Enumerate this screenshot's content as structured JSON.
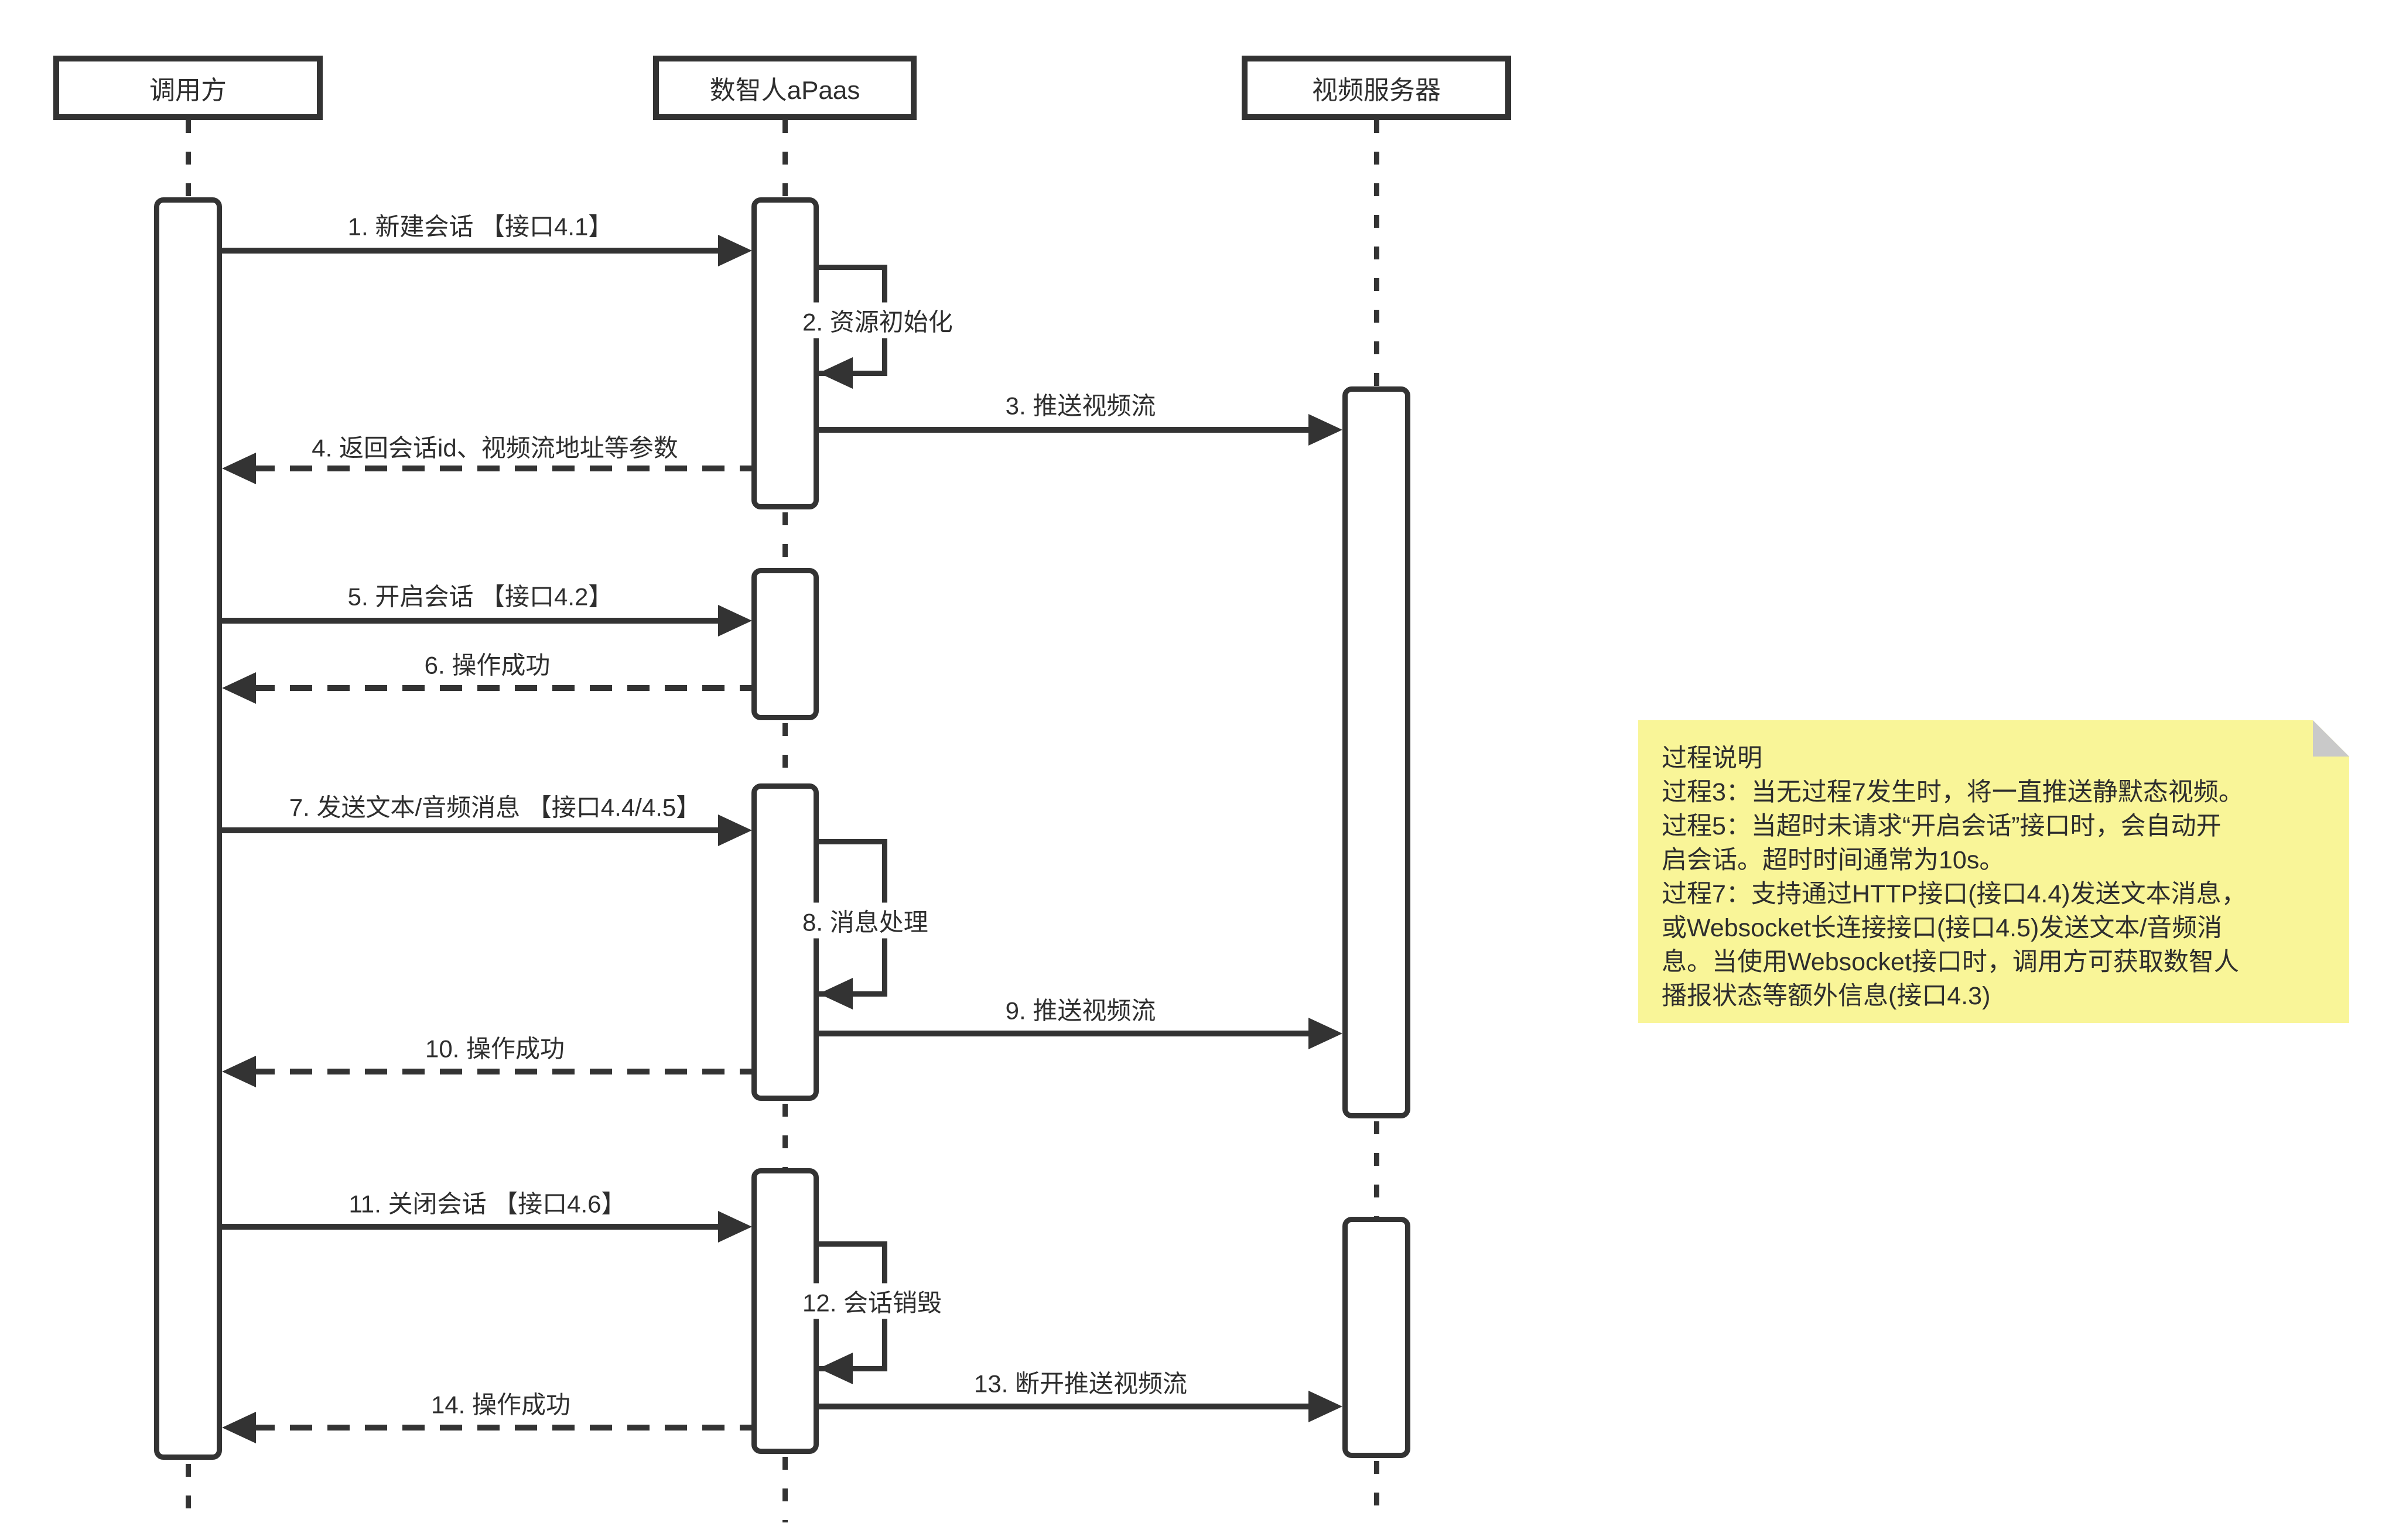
{
  "diagram": {
    "actors": [
      {
        "label": "调用方"
      },
      {
        "label": "数智人aPaas"
      },
      {
        "label": "视频服务器"
      }
    ],
    "messages": [
      {
        "label": "1. 新建会话 【接口4.1】",
        "type": "sync"
      },
      {
        "label": "2. 资源初始化",
        "type": "self"
      },
      {
        "label": "3. 推送视频流",
        "type": "sync"
      },
      {
        "label": "4. 返回会话id、视频流地址等参数",
        "type": "reply"
      },
      {
        "label": "5. 开启会话 【接口4.2】",
        "type": "sync"
      },
      {
        "label": "6. 操作成功",
        "type": "reply"
      },
      {
        "label": "7. 发送文本/音频消息 【接口4.4/4.5】",
        "type": "sync"
      },
      {
        "label": "8. 消息处理",
        "type": "self"
      },
      {
        "label": "9. 推送视频流",
        "type": "sync"
      },
      {
        "label": "10. 操作成功",
        "type": "reply"
      },
      {
        "label": "11. 关闭会话 【接口4.6】",
        "type": "sync"
      },
      {
        "label": "12. 会话销毁",
        "type": "self"
      },
      {
        "label": "13. 断开推送视频流",
        "type": "sync"
      },
      {
        "label": "14. 操作成功",
        "type": "reply"
      }
    ],
    "note": {
      "lines": [
        "过程说明",
        "过程3：当无过程7发生时，将一直推送静默态视频。",
        "过程5：当超时未请求“开启会话”接口时，会自动开",
        "启会话。超时时间通常为10s。",
        "过程7：支持通过HTTP接口(接口4.4)发送文本消息，",
        "或Websocket长连接接口(接口4.5)发送文本/音频消",
        "息。当使用Websocket接口时，调用方可获取数智人",
        "播报状态等额外信息(接口4.3)"
      ]
    }
  },
  "colors": {
    "stroke": "#333333",
    "text": "#2e2e2e",
    "note_background": "#F9F598",
    "note_fold": "#C9C9C9",
    "page_background": "#FFFFFF"
  }
}
